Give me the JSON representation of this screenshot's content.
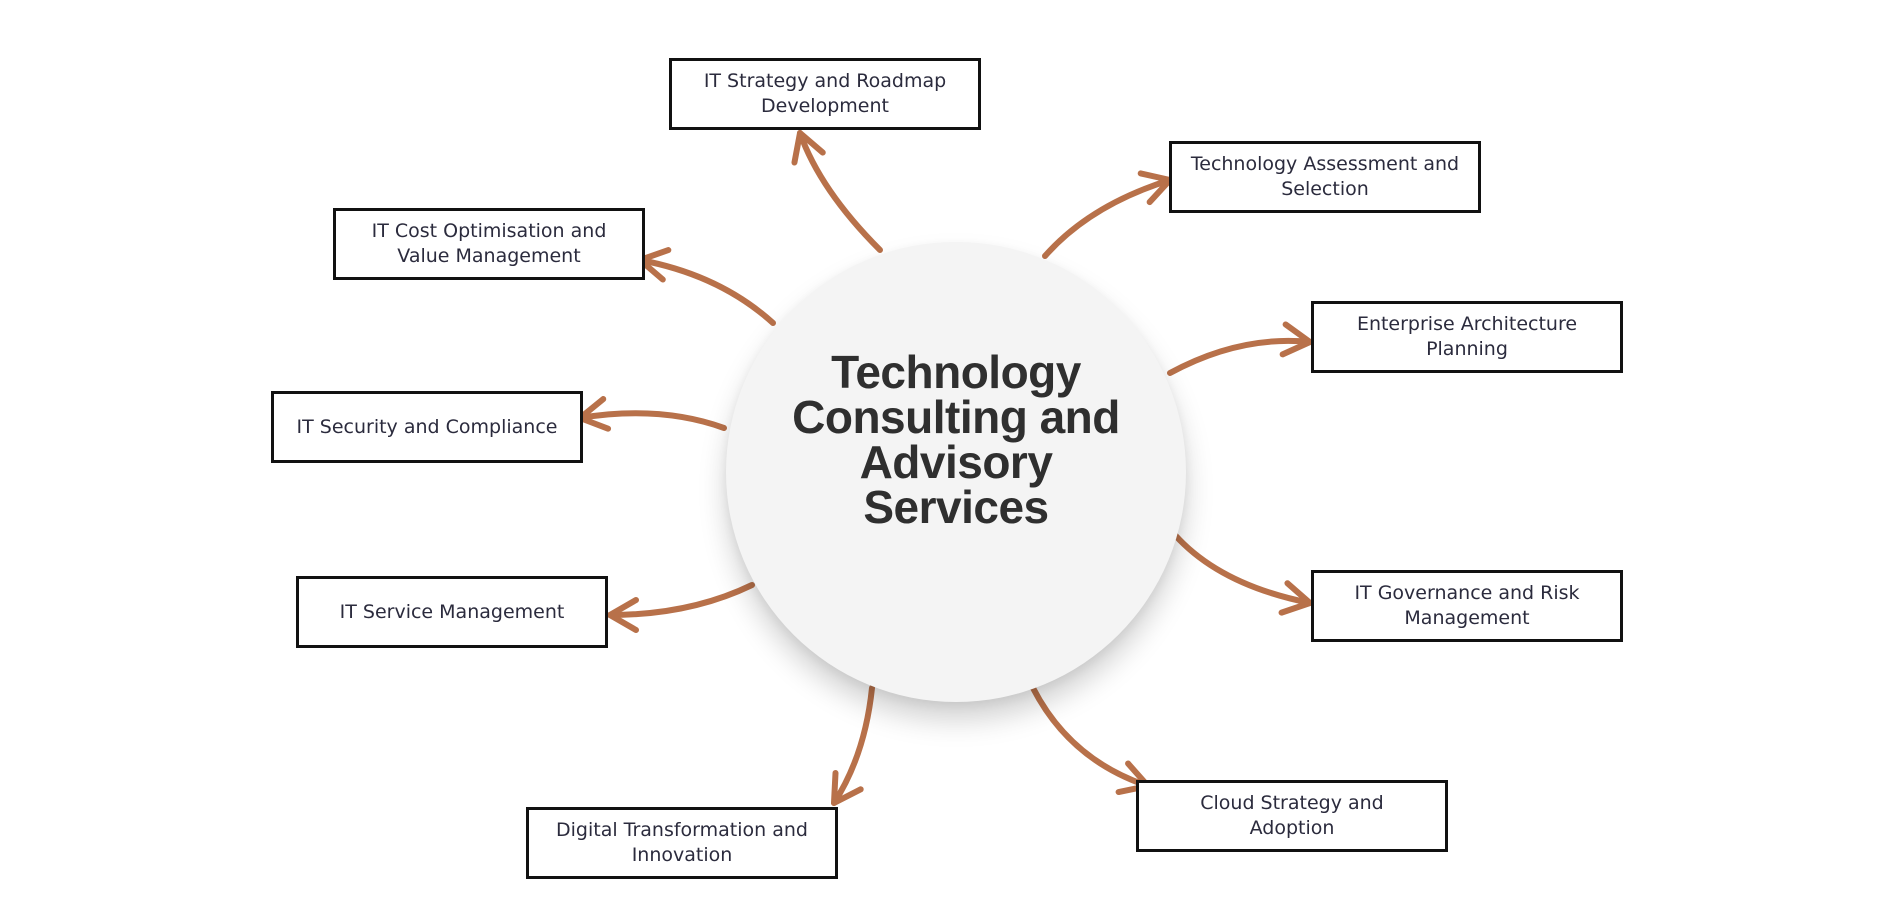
{
  "hub": {
    "title": "Technology Consulting and Advisory Services"
  },
  "nodes": [
    {
      "id": "it-strategy",
      "label": "IT Strategy and Roadmap Development"
    },
    {
      "id": "technology-assessment",
      "label": "Technology Assessment and Selection"
    },
    {
      "id": "enterprise-architecture",
      "label": "Enterprise Architecture Planning"
    },
    {
      "id": "it-governance",
      "label": "IT Governance and Risk Management"
    },
    {
      "id": "cloud-strategy",
      "label": "Cloud Strategy and Adoption"
    },
    {
      "id": "digital-transformation",
      "label": "Digital Transformation and Innovation"
    },
    {
      "id": "it-service-management",
      "label": "IT Service Management"
    },
    {
      "id": "it-security",
      "label": "IT Security and Compliance"
    },
    {
      "id": "it-cost-optimisation",
      "label": "IT Cost Optimisation and Value Management"
    }
  ],
  "colors": {
    "arrow": "#b8714a",
    "box_border": "#111111",
    "hub_fill": "#f4f4f4",
    "hub_text": "#2f2f2f",
    "node_text": "#2b2b3d"
  }
}
